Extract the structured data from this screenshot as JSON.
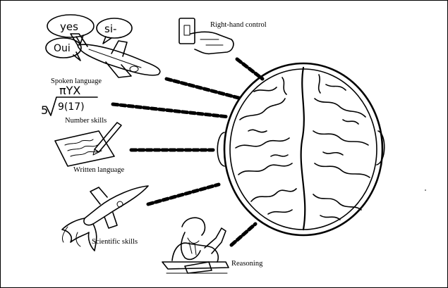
{
  "labels": {
    "right_hand_control": "Right-hand control",
    "spoken_language": "Spoken language",
    "number_skills": "Number skills",
    "written_language": "Written language",
    "scientific_skills": "Scientific skills",
    "reasoning": "Reasoning"
  },
  "bubbles": {
    "yes": "yes",
    "si": "si-",
    "oui": "Oui"
  },
  "formula": {
    "coefficient": "5",
    "top": "πYX",
    "radicand": "9(17)"
  },
  "icons": [
    "airplane-icon",
    "formula-icon",
    "writing-hand-icon",
    "rocket-icon",
    "thinker-icon",
    "light-switch-icon",
    "brain-icon"
  ]
}
